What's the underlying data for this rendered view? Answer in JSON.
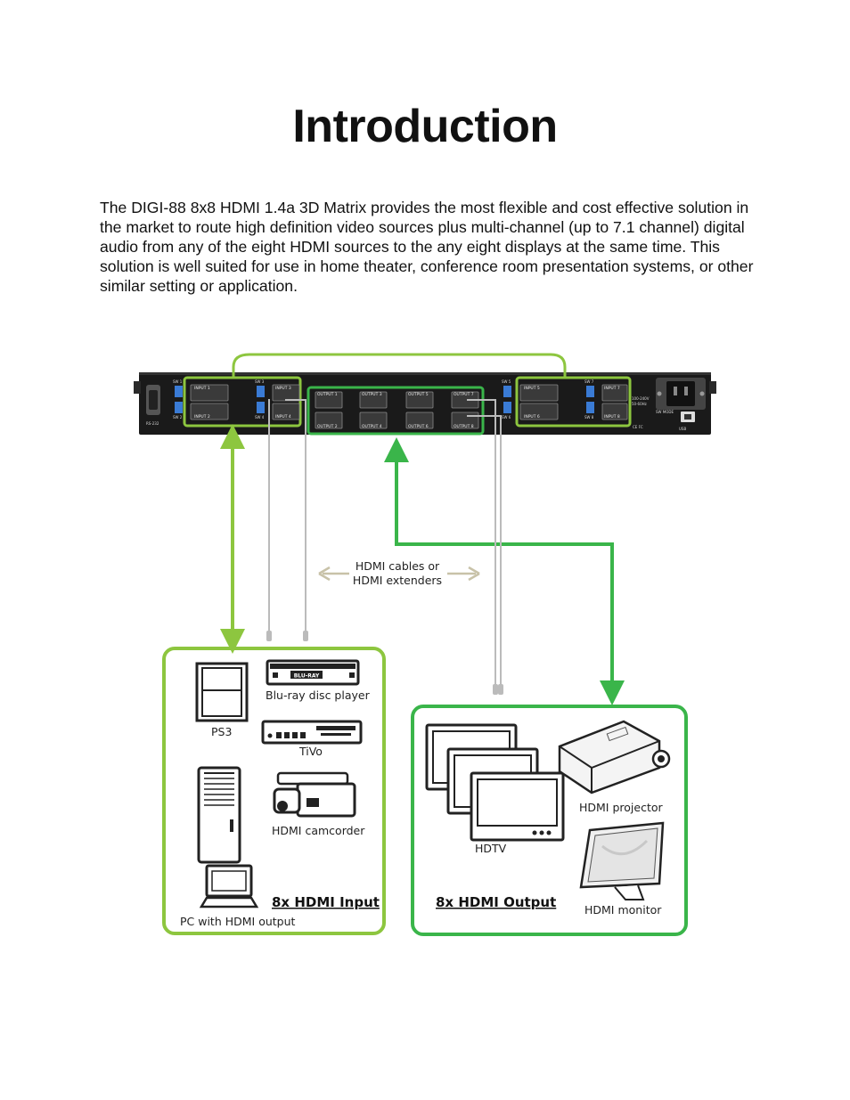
{
  "page": {
    "title": "Introduction",
    "intro": "The DIGI-88 8x8 HDMI 1.4a 3D Matrix provides the most flexible and cost effective solution in the market to route high definition video sources plus multi-channel (up to 7.1 channel) digital audio from any of the eight HDMI sources to the any eight displays at the same time. This solution is well suited for use in home theater, conference room presentation systems, or other similar setting or application."
  },
  "diagram": {
    "cables_label": [
      "HDMI cables or",
      "HDMI extenders"
    ],
    "input_panel": {
      "heading": "8x HDMI Input",
      "devices": {
        "ps3": "PS3",
        "bluray": "Blu-ray disc player",
        "bluray_logo": "BLU-RAY",
        "tivo": "TiVo",
        "camcorder": "HDMI camcorder",
        "pc": "PC with HDMI output"
      }
    },
    "output_panel": {
      "heading": "8x HDMI Output",
      "devices": {
        "hdtv": "HDTV",
        "projector": "HDMI projector",
        "monitor": "HDMI monitor"
      }
    },
    "device_rear": {
      "inputs": [
        "INPUT 1",
        "INPUT 2",
        "INPUT 3",
        "INPUT 4",
        "INPUT 5",
        "INPUT 6",
        "INPUT 7",
        "INPUT 8"
      ],
      "outputs": [
        "OUTPUT 1",
        "OUTPUT 2",
        "OUTPUT 3",
        "OUTPUT 4",
        "OUTPUT 5",
        "OUTPUT 6",
        "OUTPUT 7",
        "OUTPUT 8"
      ],
      "switches": [
        "SW 1",
        "SW 2",
        "SW 3",
        "SW 4",
        "SW 5",
        "SW 6",
        "SW 7",
        "SW 8"
      ],
      "misc": {
        "rs232": "RS-232",
        "power": "100-240V",
        "freq": "50-60Hz",
        "sw_mode": "SW MODE",
        "usb": "USB",
        "cert": "CE FC"
      }
    },
    "colors": {
      "light_green": "#8dc63f",
      "dark_green": "#3ab54a",
      "cable_gray": "#bbbbbb",
      "arrow_tan": "#c8c2a8"
    }
  }
}
